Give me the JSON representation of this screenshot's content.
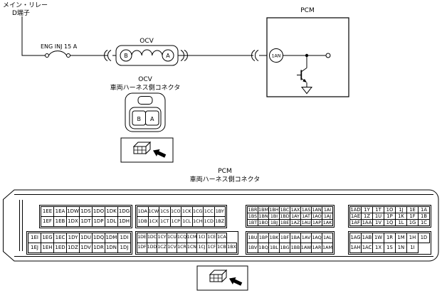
{
  "page": {
    "background": "#ffffff",
    "line_color": "#000000"
  },
  "circuit": {
    "main_relay_label": "メイン・リレー",
    "d_terminal_label": "D端子",
    "fuse_label": "ENG INJ 15 A",
    "ocv_label": "OCV",
    "ocv_terminal_b": "B",
    "ocv_terminal_a": "A",
    "pcm_label": "PCM",
    "pcm_pin_label": "1AN"
  },
  "ocv_connector": {
    "title": "OCV",
    "subtitle": "車両ハーネス側コネクタ",
    "terminal_b": "B",
    "terminal_a": "A"
  },
  "pcm_connector": {
    "title": "PCM",
    "subtitle": "車両ハーネス側コネクタ",
    "block1": {
      "top_rows": [
        [
          "1EE",
          "1EA",
          "1DW",
          "1DS",
          "1DO",
          "1DK",
          "1DG"
        ],
        [
          "1EF",
          "1EB",
          "1DX",
          "1DT",
          "1DP",
          "1DL",
          "1DH"
        ]
      ],
      "bottom_rows": [
        [
          "1EI",
          "1EG",
          "1EC",
          "1DY",
          "1DU",
          "1DQ",
          "1DM",
          "1DI"
        ],
        [
          "1EJ",
          "1EH",
          "1ED",
          "1DZ",
          "1DV",
          "1DR",
          "1DN",
          "1DJ"
        ]
      ]
    },
    "block2": {
      "top_rows": [
        [
          "1DA",
          "1CW",
          "1CS",
          "1CO",
          "1CK",
          "1CG",
          "1CC",
          "1BY"
        ],
        [
          "1DB",
          "1CX",
          "1CT",
          "1CP",
          "1CL",
          "1CH",
          "1CD",
          "1BZ"
        ]
      ],
      "bottom_rows": [
        [
          "1DE",
          "1DC",
          "1CY",
          "1CU",
          "1CQ",
          "1CM",
          "1CI",
          "1CE",
          "1CA"
        ],
        [
          "1DF",
          "1DD",
          "1CZ",
          "1CV",
          "1CR",
          "1CN",
          "1CJ",
          "1CF",
          "1CB",
          "1BX"
        ]
      ]
    },
    "block3": {
      "top_rows": [
        [
          "1BR",
          "1BM",
          "1BH",
          "1BC",
          "1AX",
          "1AS",
          "1AN",
          "1AI"
        ],
        [
          "1BS",
          "1BN",
          "1BI",
          "1BD",
          "1AY",
          "1AT",
          "1AO",
          "1AJ"
        ],
        [
          "1BT",
          "1BO",
          "1BJ",
          "1BE",
          "1AZ",
          "1AU",
          "1AP",
          "1AK"
        ]
      ],
      "bottom_rows": [
        [
          "1BU",
          "1BP",
          "1BK",
          "1BF",
          "1BA",
          "1AV",
          "1AQ",
          "1AL"
        ],
        [
          "1BV",
          "1BQ",
          "1BL",
          "1BG",
          "1BB",
          "1AW",
          "1AR",
          "1AM"
        ]
      ]
    },
    "block4": {
      "top_rows": [
        [
          "1AD",
          "1Y",
          "1T",
          "1O",
          "1J",
          "1E",
          "1A"
        ],
        [
          "1AE",
          "1Z",
          "1U",
          "1P",
          "1K",
          "1F",
          "1B"
        ],
        [
          "1AF",
          "1AA",
          "1V",
          "1Q",
          "1L",
          "1G",
          "1C"
        ]
      ],
      "bottom_rows": [
        [
          "1AG",
          "1AB",
          "1W",
          "1R",
          "1M",
          "1H",
          "1D"
        ],
        [
          "1AH",
          "1AC",
          "1X",
          "1S",
          "1N",
          "1I"
        ]
      ]
    }
  }
}
